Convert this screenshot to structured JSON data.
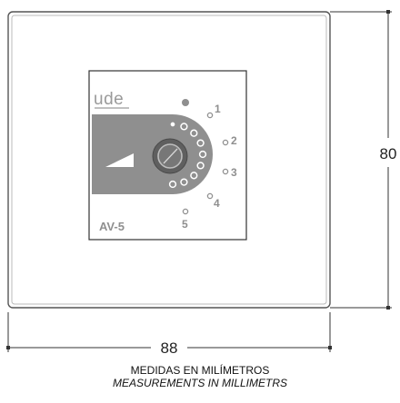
{
  "device": {
    "brand": "ude",
    "model": "AV-5",
    "positions": [
      "1",
      "2",
      "3",
      "4",
      "5"
    ]
  },
  "dimensions": {
    "width": "88",
    "height": "80"
  },
  "caption": {
    "line1": "MEDIDAS EN MILÍMETROS",
    "line2": "MEASUREMENTS IN MILLIMETRS"
  }
}
